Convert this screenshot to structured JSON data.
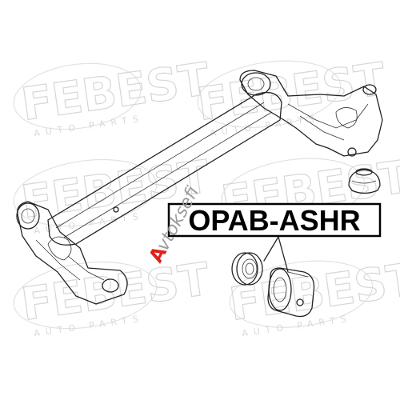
{
  "watermark": {
    "brand": "FEBEST",
    "tagline": "AUTO PARTS"
  },
  "label": {
    "part_number": "OPAB-ASHR"
  },
  "stamp": {
    "first_letter": "A",
    "rest": "vtoksefi",
    "color": "#e0201a"
  }
}
